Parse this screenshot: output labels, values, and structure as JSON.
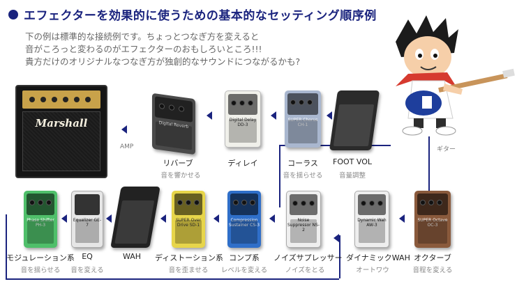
{
  "title": "エフェクターを効果的に使うための基本的なセッティング順序例",
  "intro": [
    "下の例は標準的な接続例です。ちょっとつなぎ方を変えると",
    "音がころっと変わるのがエフェクターのおもしろいところ!!!",
    "貴方だけのオリジナルなつなぎ方が独創的なサウンドにつながるかも?"
  ],
  "amp": {
    "label": "AMP",
    "logo": "Marshall"
  },
  "guitar": {
    "label": "ギター"
  },
  "top_row": [
    {
      "name": "リバーブ",
      "desc": "音を響かせる",
      "color": "#4a4a4a",
      "text": "Digital Reverb"
    },
    {
      "name": "ディレイ",
      "desc": "",
      "color": "#f0f0ea",
      "text": "Digital Delay DD-3"
    },
    {
      "name": "コーラス",
      "desc": "音を揺らせる",
      "color": "#a9b7cf",
      "text": "SUPER Chorus CH-1"
    },
    {
      "name": "FOOT VOL",
      "desc": "音量調整",
      "color": "#2b2b2b",
      "text": ""
    }
  ],
  "bottom_row": [
    {
      "name": "モジュレーション系",
      "desc": "音を揺らせる",
      "color": "#4fbf6a",
      "text": "Phase Shifter PH-3"
    },
    {
      "name": "EQ",
      "desc": "音を変える",
      "color": "#e6e6e6",
      "text": "Equalizer GE-7"
    },
    {
      "name": "WAH",
      "desc": "",
      "color": "#222",
      "text": ""
    },
    {
      "name": "ディストーション系",
      "desc": "音を歪ませる",
      "color": "#e7d54a",
      "text": "SUPER Over Drive SD-1"
    },
    {
      "name": "コンプ系",
      "desc": "レベルを変える",
      "color": "#2f6fc9",
      "text": "Compression Sustainer CS-3"
    },
    {
      "name": "ノイズサプレッサー",
      "desc": "ノイズをとる",
      "color": "#efefef",
      "text": "Noise Suppressor NS-2"
    },
    {
      "name": "ダイナミックWAH",
      "desc": "オートワウ",
      "color": "#eeeeee",
      "text": "Dynamic Wah AW-3"
    },
    {
      "name": "オクターブ",
      "desc": "音程を変える",
      "color": "#8a5a3c",
      "text": "SUPER Octave OC-3"
    }
  ]
}
